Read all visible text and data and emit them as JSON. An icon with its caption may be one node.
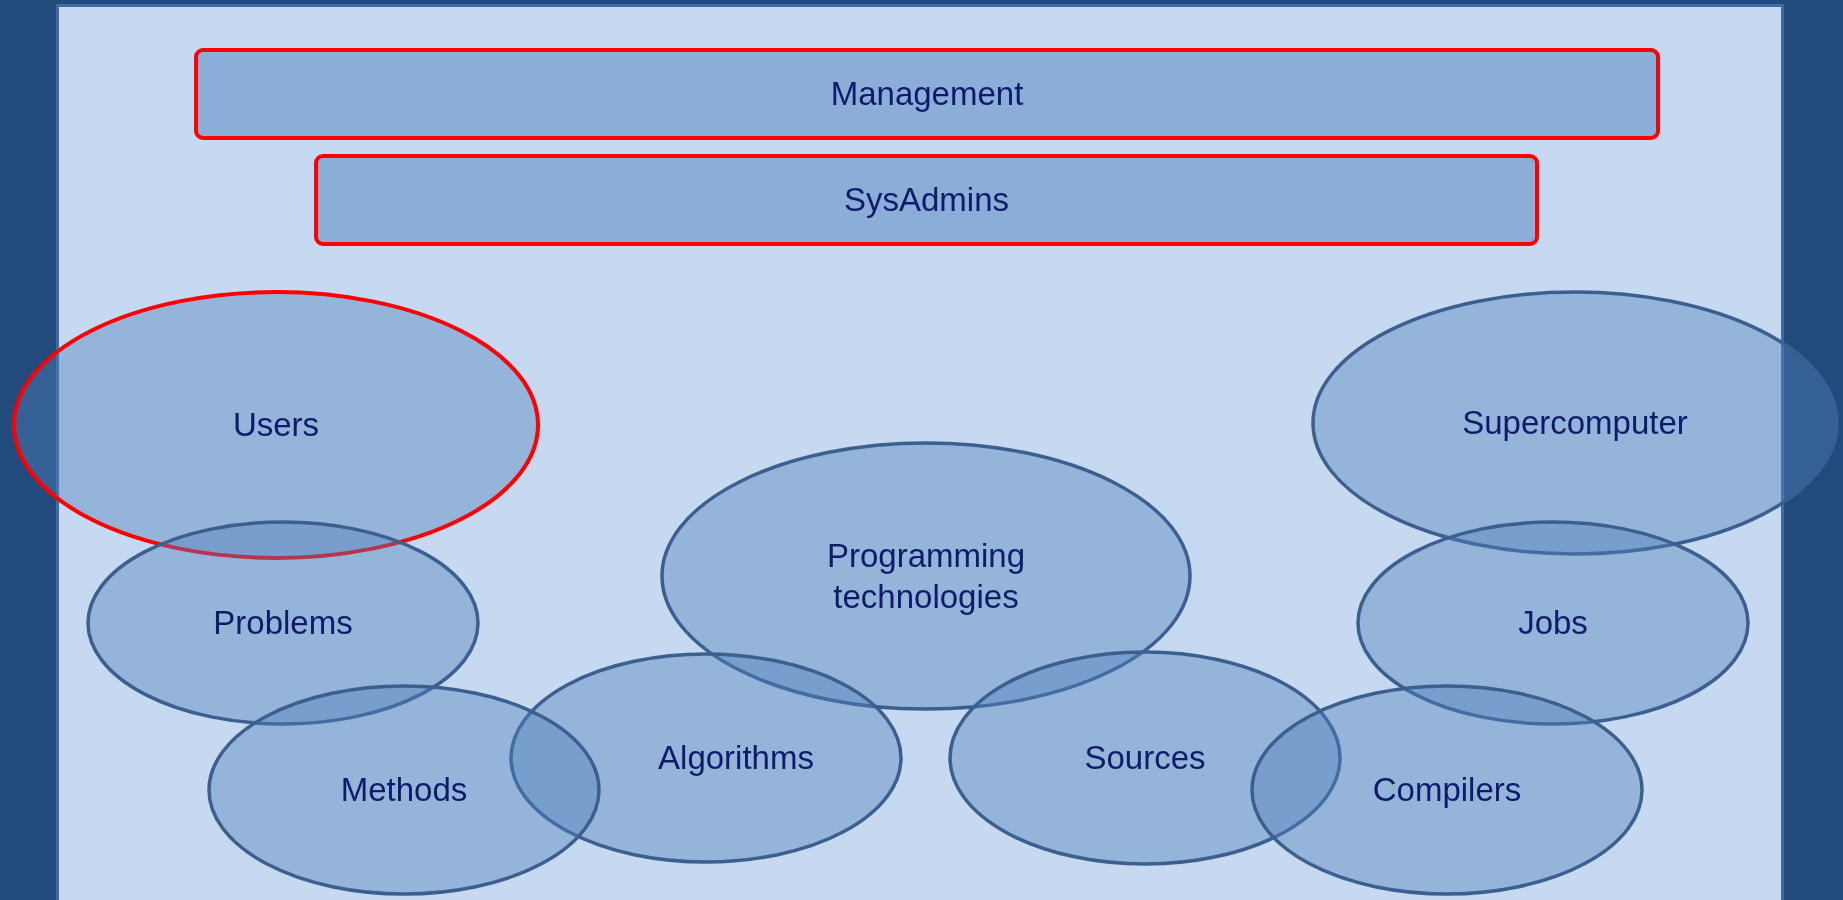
{
  "diagram": {
    "nodes": [
      {
        "text": [
          "Management"
        ]
      },
      {
        "text": [
          "SysAdmins"
        ]
      },
      {
        "text": [
          "Users"
        ]
      },
      {
        "text": [
          "Supercomputer"
        ]
      },
      {
        "text": [
          "Programming technologies"
        ]
      },
      {
        "text": [
          "Problems"
        ]
      },
      {
        "text": [
          "Jobs"
        ]
      },
      {
        "text": [
          "Algorithms"
        ]
      },
      {
        "text": [
          "Sources"
        ]
      },
      {
        "text": [
          "Methods"
        ]
      },
      {
        "text": [
          "Compilers"
        ]
      }
    ]
  }
}
